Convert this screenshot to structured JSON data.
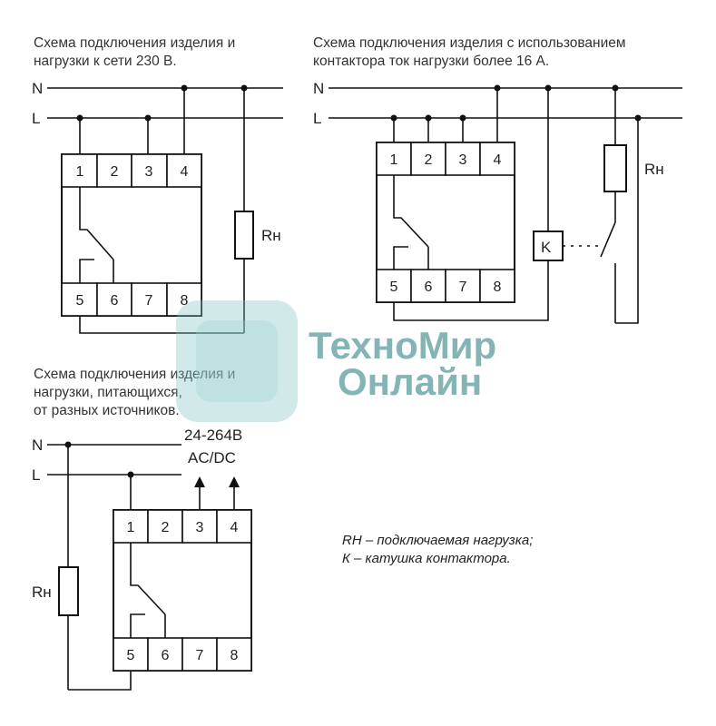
{
  "captions": {
    "diagram1": [
      "Схема подключения изделия и",
      "нагрузки к сети 230 В."
    ],
    "diagram2": [
      "Схема подключения изделия с использованием",
      "контактора ток нагрузки более 16 А."
    ],
    "diagram3": [
      "Схема подключения изделия и",
      "нагрузки, питающихся,",
      "от разных источников."
    ]
  },
  "lines": {
    "neutral": "N",
    "live": "L"
  },
  "terminals_top": [
    "1",
    "2",
    "3",
    "4"
  ],
  "terminals_bottom": [
    "5",
    "6",
    "7",
    "8"
  ],
  "load_label": "Rн",
  "coil_label": "K",
  "source_label": [
    "24-264В",
    "AC/DC"
  ],
  "legend": [
    "RH – подключаемая нагрузка;",
    "К – катушка контактора."
  ],
  "watermark": {
    "line1": "ТехноМир",
    "line2": "Онлайн",
    "accent": "#5fb3b1"
  }
}
